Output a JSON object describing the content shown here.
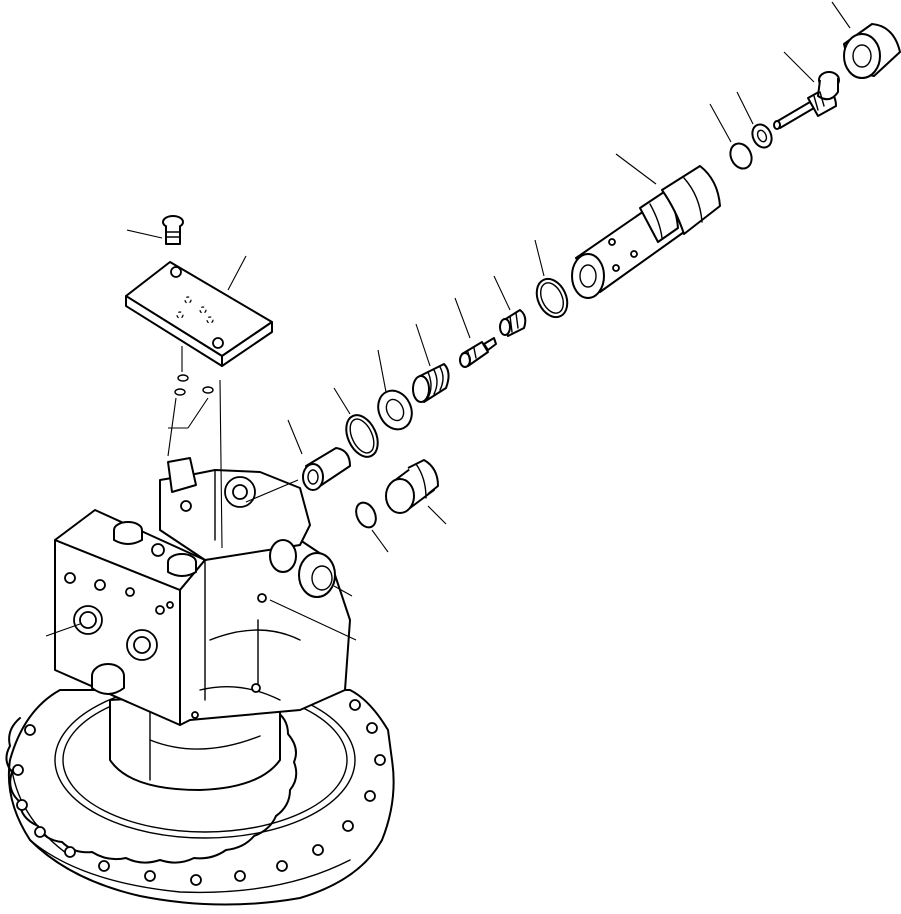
{
  "diagram": {
    "type": "exploded-parts-view",
    "colors": {
      "ink": "#000000",
      "paper": "#ffffff"
    },
    "parts": [
      {
        "name": "swing-motor-assembly"
      },
      {
        "name": "ring-gear-housing"
      },
      {
        "name": "cover-plate"
      },
      {
        "name": "cover-bolt"
      },
      {
        "name": "plug"
      },
      {
        "name": "o-ring"
      },
      {
        "name": "sleeve"
      },
      {
        "name": "backup-ring"
      },
      {
        "name": "spring"
      },
      {
        "name": "piston"
      },
      {
        "name": "valve-body"
      },
      {
        "name": "adjusting-screw"
      },
      {
        "name": "nut"
      }
    ]
  }
}
